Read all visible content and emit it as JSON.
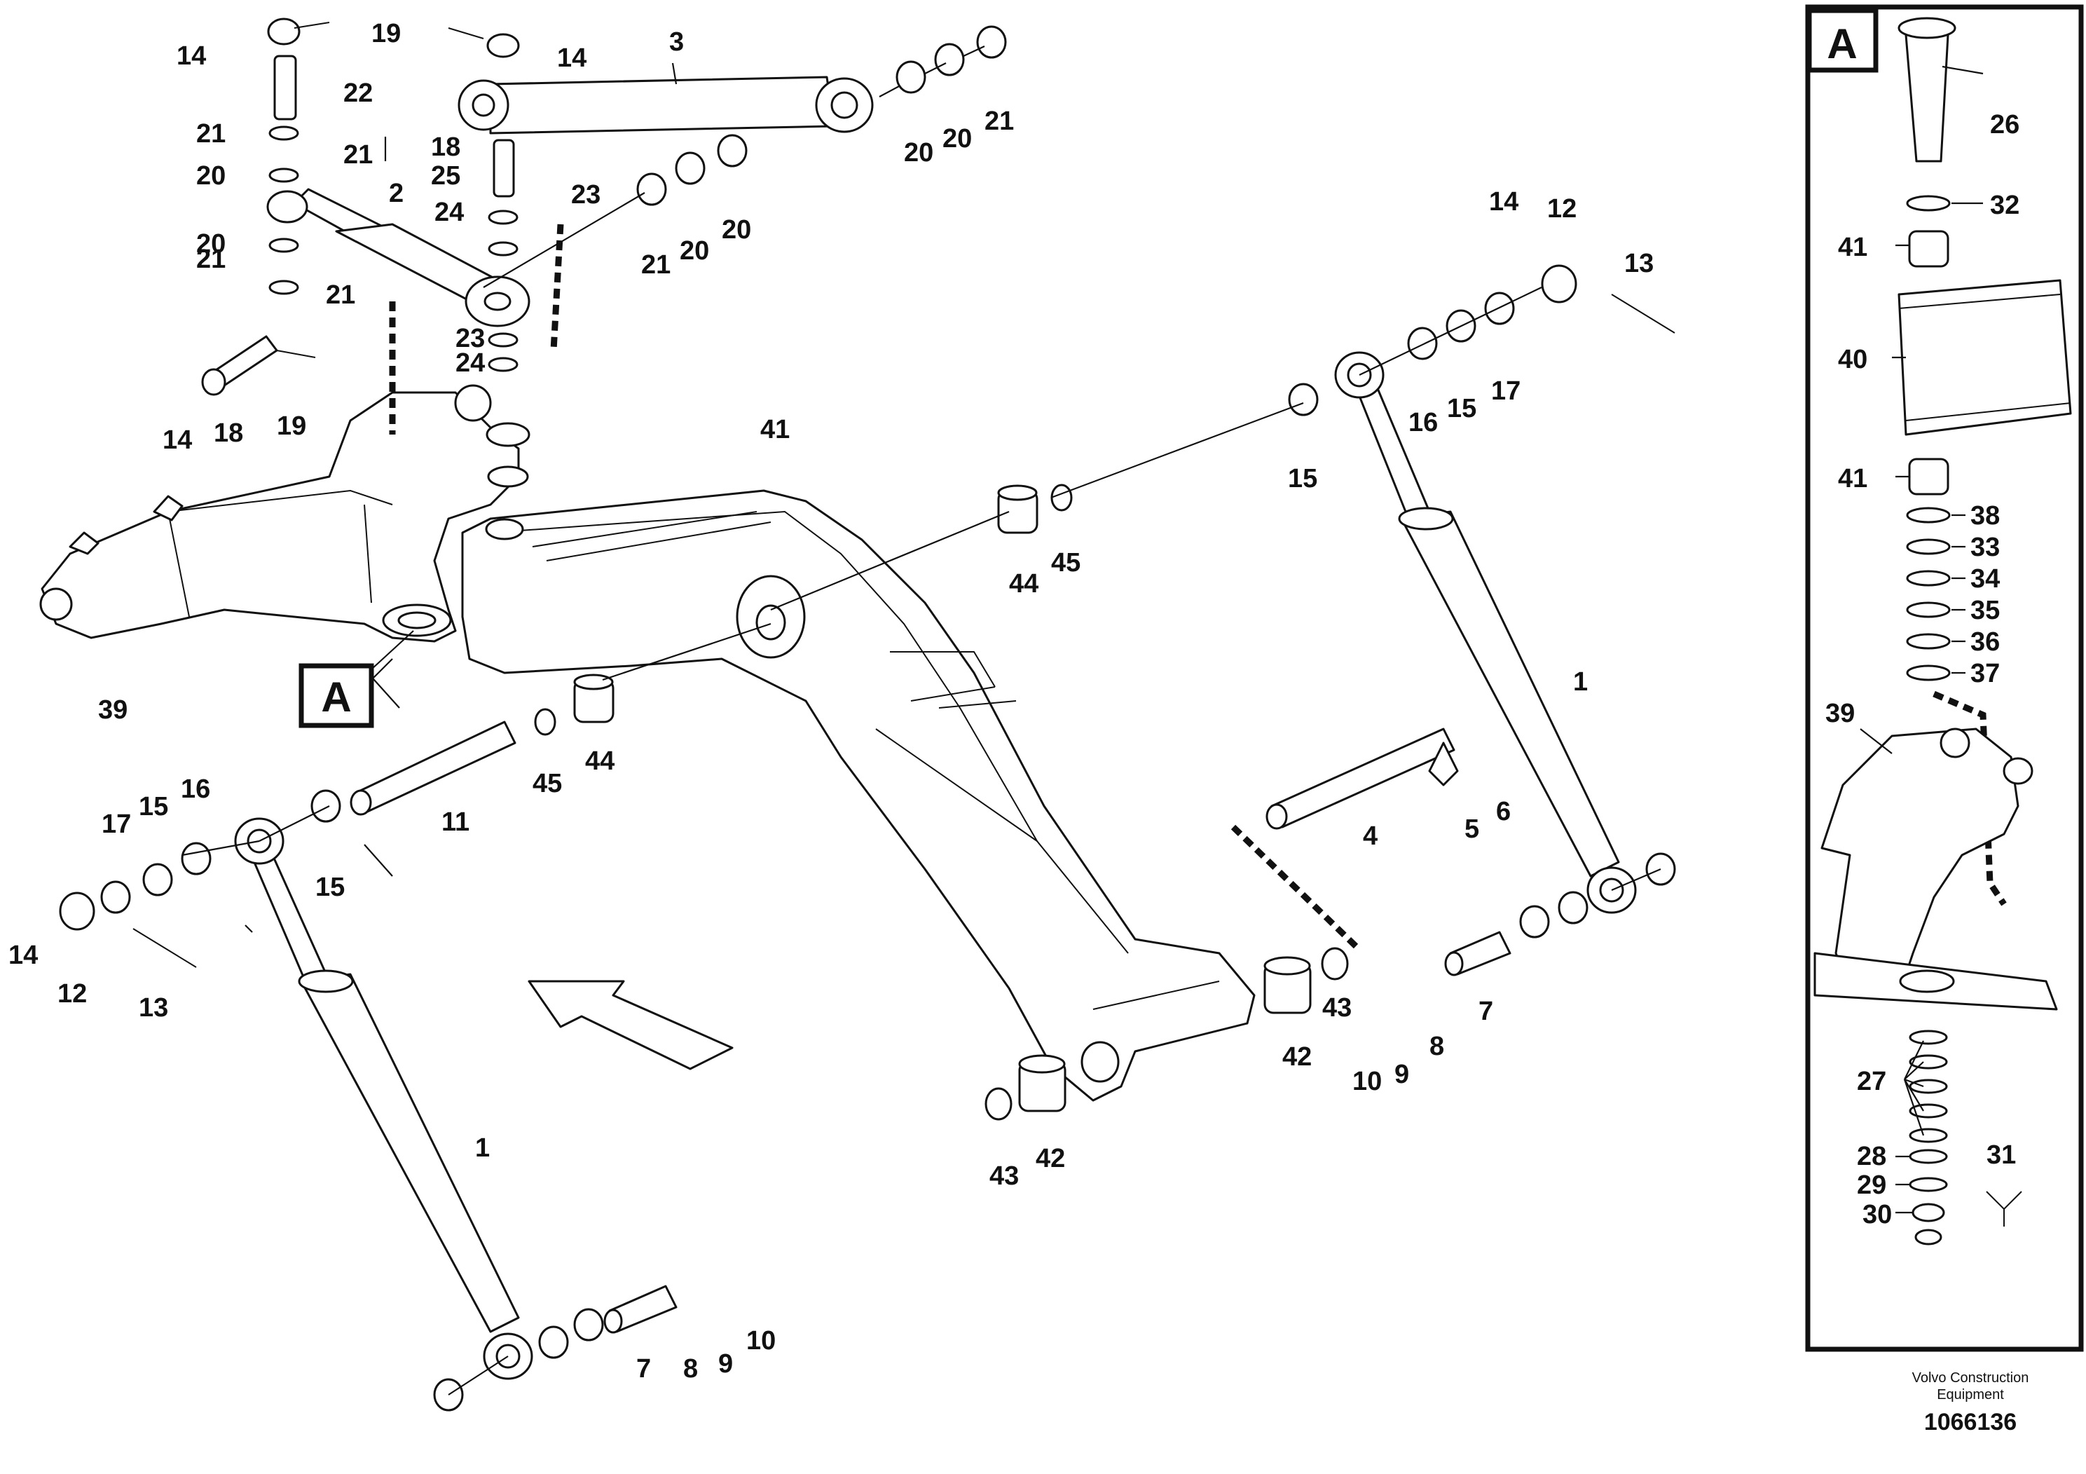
{
  "detail": {
    "letter": "A"
  },
  "footer": {
    "line1": "Volvo Construction",
    "line2": "Equipment",
    "ref": "1066136"
  },
  "labels": {
    "p1": "1",
    "p2": "2",
    "p3": "3",
    "p4": "4",
    "p5": "5",
    "p6": "6",
    "p7": "7",
    "p8": "8",
    "p9": "9",
    "p10": "10",
    "p11": "11",
    "p12": "12",
    "p13": "13",
    "p14": "14",
    "p15": "15",
    "p16": "16",
    "p17": "17",
    "p18": "18",
    "p19": "19",
    "p20": "20",
    "p21": "21",
    "p22": "22",
    "p23": "23",
    "p24": "24",
    "p25": "25",
    "p26": "26",
    "p27": "27",
    "p28": "28",
    "p29": "29",
    "p30": "30",
    "p31": "31",
    "p32": "32",
    "p33": "33",
    "p34": "34",
    "p35": "35",
    "p36": "36",
    "p37": "37",
    "p38": "38",
    "p39": "39",
    "p40": "40",
    "p41": "41",
    "p42": "42",
    "p43": "43",
    "p44": "44",
    "p45": "45"
  }
}
